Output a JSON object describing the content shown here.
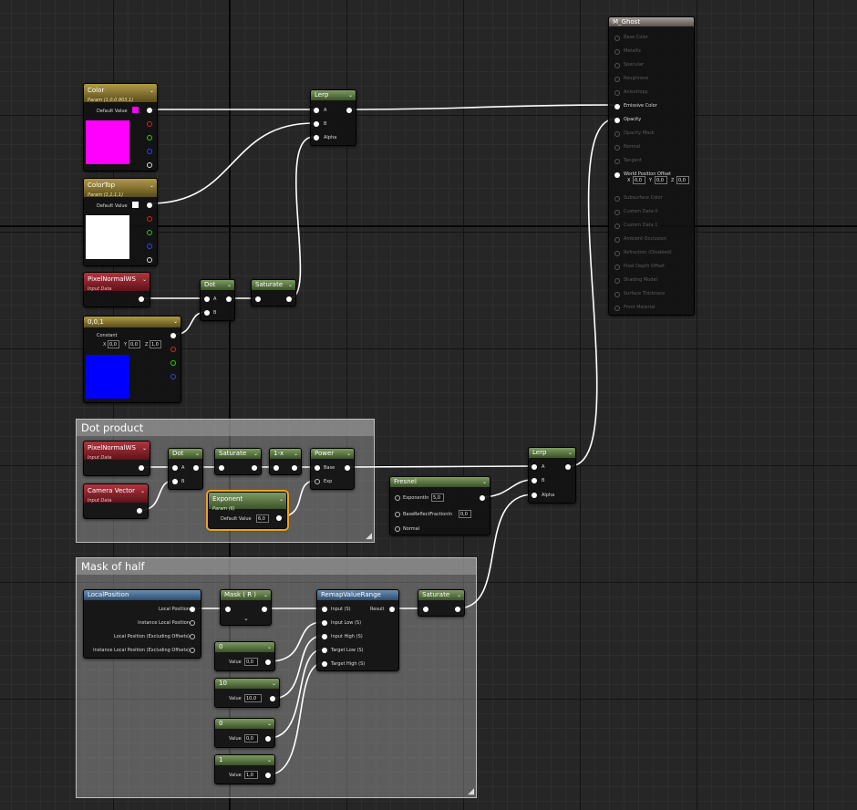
{
  "theme": {
    "pink": "#ff00ff",
    "white": "#ffffff",
    "blue": "#0000ff"
  },
  "comments": {
    "dot_product": "Dot product",
    "mask_of_half": "Mask of half"
  },
  "output": {
    "title": "M_Ghost",
    "inputs": [
      "Base Color",
      "Metallic",
      "Specular",
      "Roughness",
      "Anisotropy",
      "Emissive Color",
      "Opacity",
      "Opacity Mask",
      "Normal",
      "Tangent",
      "World Position Offset",
      "Subsurface Color",
      "Custom Data 0",
      "Custom Data 1",
      "Ambient Occlusion",
      "Refraction (Disabled)",
      "Pixel Depth Offset",
      "Shading Model",
      "Surface Thickness",
      "Front Material"
    ],
    "wpo": {
      "x": "0,0",
      "y": "0,0",
      "z": "0,0"
    }
  },
  "nodes": {
    "color": {
      "title": "Color",
      "subtitle": "Param (1,0,0.903,1)",
      "label": "Default Value"
    },
    "colortop": {
      "title": "ColorTop",
      "subtitle": "Param (1,1,1,1)",
      "label": "Default Value"
    },
    "pixelnormal": {
      "title": "PixelNormalWS",
      "subtitle": "Input Data"
    },
    "const001": {
      "title": "0,0,1",
      "label": "Constant",
      "x": "0,0",
      "y": "0,0",
      "z": "1,0"
    },
    "dot1": {
      "title": "Dot",
      "a": "A",
      "b": "B"
    },
    "saturate1": {
      "title": "Saturate"
    },
    "lerp1": {
      "title": "Lerp",
      "a": "A",
      "b": "B",
      "alpha": "Alpha"
    },
    "pixelnormal2": {
      "title": "PixelNormalWS",
      "subtitle": "Input Data"
    },
    "cameravec": {
      "title": "Camera Vector",
      "subtitle": "Input Data"
    },
    "dot2": {
      "title": "Dot",
      "a": "A",
      "b": "B"
    },
    "saturate2": {
      "title": "Saturate"
    },
    "oneminus": {
      "title": "1-x"
    },
    "power": {
      "title": "Power",
      "base": "Base",
      "exp": "Exp"
    },
    "exponent": {
      "title": "Exponent",
      "subtitle": "Param (6)",
      "label": "Default Value",
      "value": "6,0"
    },
    "fresnel": {
      "title": "Fresnel",
      "exponent_label": "ExponentIn",
      "exponent_value": "5,0",
      "base_label": "BaseReflectFractionIn",
      "base_value": "0,0",
      "normal_label": "Normal"
    },
    "lerp2": {
      "title": "Lerp",
      "a": "A",
      "b": "B",
      "alpha": "Alpha"
    },
    "localpos": {
      "title": "LocalPosition",
      "outputs": [
        "Local Position",
        "Instance Local Position",
        "Local Position (Excluding Offsets)",
        "Instance Local Position (Excluding Offsets)"
      ]
    },
    "mask": {
      "title": "Mask ( R )"
    },
    "remap": {
      "title": "RemapValueRange",
      "inputs": [
        "Input (S)",
        "Input Low (S)",
        "Input High (S)",
        "Target Low (S)",
        "Target High (S)"
      ],
      "result": "Result"
    },
    "saturate3": {
      "title": "Saturate"
    },
    "c0a": {
      "title": "0",
      "label": "Value",
      "value": "0,0"
    },
    "c10": {
      "title": "10",
      "label": "Value",
      "value": "10,0"
    },
    "c0b": {
      "title": "0",
      "label": "Value",
      "value": "0,0"
    },
    "c1": {
      "title": "1",
      "label": "Value",
      "value": "1,0"
    }
  }
}
